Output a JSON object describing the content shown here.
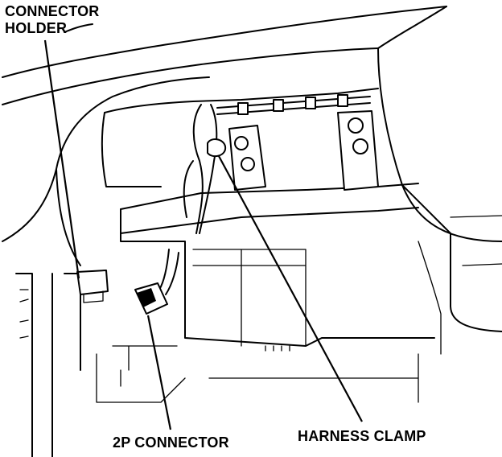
{
  "callouts": {
    "connector_holder_line1": "CONNECTOR",
    "connector_holder_line2": "HOLDER",
    "two_p_connector": "2P CONNECTOR",
    "harness_clamp": "HARNESS CLAMP"
  }
}
